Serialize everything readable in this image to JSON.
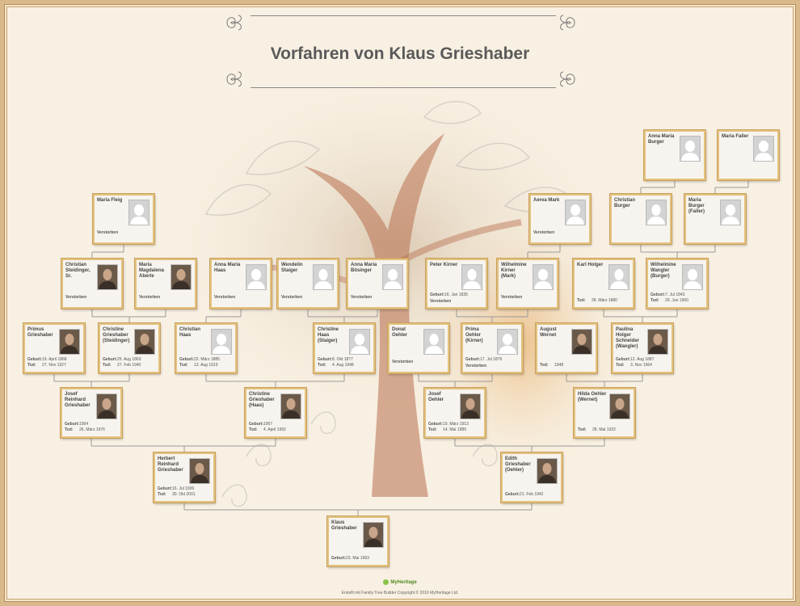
{
  "title": "Vorfahren von Klaus Grieshaber",
  "labels": {
    "birth": "Geburt:",
    "death": "Tod:"
  },
  "footer": {
    "brand": "MyHeritage",
    "copyright": "Erstellt mit Family Tree Builder Copyright © 2016 MyHeritage Ltd."
  },
  "people": [
    {
      "id": "klaus",
      "name": "Klaus Grieshaber",
      "status": "",
      "birth": "23. Mai 1963",
      "death": "",
      "photo": "real",
      "parent": null
    },
    {
      "id": "herbert",
      "name": "Herbert Reinhard Grieshaber",
      "status": "",
      "birth": "16. Jul 1936",
      "death": "30. Okt 2001",
      "photo": "real",
      "parent": "klaus"
    },
    {
      "id": "edith",
      "name": "Edith Grieshaber (Oehler)",
      "status": "",
      "birth": "21. Feb 1942",
      "death": "",
      "photo": "real",
      "parent": "klaus"
    },
    {
      "id": "josefr",
      "name": "Josef Reinhard Grieshaber",
      "status": "",
      "birth": "1904",
      "death": "26. März 1976",
      "photo": "real",
      "parent": "herbert"
    },
    {
      "id": "christineh",
      "name": "Christine Grieshaber (Haas)",
      "status": "",
      "birth": "1907",
      "death": "4. April 1992",
      "photo": "real",
      "parent": "herbert"
    },
    {
      "id": "josefo",
      "name": "Josef Oehler",
      "status": "",
      "birth": "19. März 1913",
      "death": "14. Mai 1989",
      "photo": "real",
      "parent": "edith"
    },
    {
      "id": "hilda",
      "name": "Hilda Oehler (Wernet)",
      "status": "",
      "birth": "",
      "death": "28. Mai 1922",
      "photo": "real",
      "parent": "edith"
    },
    {
      "id": "primus",
      "name": "Primus Grieshaber",
      "status": "",
      "birth": "19. April 1868",
      "death": "27. Nov 1927",
      "photo": "real",
      "parent": "josefr"
    },
    {
      "id": "christines",
      "name": "Christine Grieshaber (Steidinger)",
      "status": "",
      "birth": "25. Aug 1869",
      "death": "27. Feb 1940",
      "photo": "real",
      "parent": "josefr"
    },
    {
      "id": "christianh",
      "name": "Christian Haas",
      "status": "",
      "birth": "22. März 1885",
      "death": "13. Aug 1919",
      "photo": "f",
      "parent": "christineh"
    },
    {
      "id": "christinest",
      "name": "Christine Haas (Staiger)",
      "status": "",
      "birth": "8. Okt 1877",
      "death": "4. Aug 1948",
      "photo": "f",
      "parent": "christineh"
    },
    {
      "id": "donat",
      "name": "Donat Oehler",
      "status": "Verstorben",
      "birth": "",
      "death": "",
      "photo": "m",
      "parent": "josefo"
    },
    {
      "id": "prima",
      "name": "Prima Oehler (Kirner)",
      "status": "Verstorben",
      "birth": "17. Jul 1876",
      "death": "",
      "photo": "f",
      "parent": "josefo"
    },
    {
      "id": "august",
      "name": "August Wernet",
      "status": "",
      "birth": "",
      "death": "1948",
      "photo": "real",
      "parent": "hilda"
    },
    {
      "id": "paulina",
      "name": "Paulina Holger Schneider (Wangler)",
      "status": "",
      "birth": "12. Aug 1887",
      "death": "3. Nov 1964",
      "photo": "real",
      "parent": "hilda"
    },
    {
      "id": "christianst",
      "name": "Christian Steidinger, Sr.",
      "status": "Verstorben",
      "birth": "",
      "death": "",
      "photo": "real",
      "parent": "christines"
    },
    {
      "id": "mariam",
      "name": "Maria Magdalena Aberle",
      "status": "Verstorben",
      "birth": "",
      "death": "",
      "photo": "real",
      "parent": "christines"
    },
    {
      "id": "annamh",
      "name": "Anna Maria Haas",
      "status": "Verstorben",
      "birth": "",
      "death": "",
      "photo": "f",
      "parent": "christianh"
    },
    {
      "id": "wendelin",
      "name": "Wendelin Staiger",
      "status": "Verstorben",
      "birth": "",
      "death": "",
      "photo": "m",
      "parent": "christinest"
    },
    {
      "id": "annamb",
      "name": "Anna Maria Bösinger",
      "status": "Verstorben",
      "birth": "",
      "death": "",
      "photo": "f",
      "parent": "christinest"
    },
    {
      "id": "peter",
      "name": "Peter Kirner",
      "status": "Verstorben",
      "birth": "16. Jan 1835",
      "death": "",
      "photo": "m",
      "parent": "prima"
    },
    {
      "id": "wilhelmine",
      "name": "Wilhelmine Kirner (Mark)",
      "status": "Verstorben",
      "birth": "",
      "death": "",
      "photo": "f",
      "parent": "prima"
    },
    {
      "id": "karl",
      "name": "Karl Holger",
      "status": "",
      "birth": "",
      "death": "28. März 1880",
      "photo": "m",
      "parent": "paulina"
    },
    {
      "id": "wilhelminew",
      "name": "Wilhelmine Wangler (Burger)",
      "status": "",
      "birth": "7. Jul 1843",
      "death": "29. Jun 1900",
      "photo": "f",
      "parent": "paulina"
    },
    {
      "id": "mariaf",
      "name": "Maria Fleig",
      "status": "Verstorben",
      "birth": "",
      "death": "",
      "photo": "f",
      "parent": "christianst"
    },
    {
      "id": "aerea",
      "name": "Aerea Mark",
      "status": "Verstorben",
      "birth": "",
      "death": "",
      "photo": "f",
      "parent": "wilhelmine"
    },
    {
      "id": "christianb",
      "name": "Christian Burger",
      "status": "",
      "birth": "",
      "death": "",
      "photo": "m",
      "parent": "wilhelminew"
    },
    {
      "id": "mariab",
      "name": "Maria Burger (Faller)",
      "status": "",
      "birth": "",
      "death": "",
      "photo": "f",
      "parent": "wilhelminew"
    },
    {
      "id": "annab",
      "name": "Anna Maria Burger",
      "status": "",
      "birth": "",
      "death": "",
      "photo": "f",
      "parent": "christianb"
    },
    {
      "id": "mariafa",
      "name": "Maria Faller",
      "status": "",
      "birth": "",
      "death": "",
      "photo": "f",
      "parent": "mariab"
    }
  ]
}
